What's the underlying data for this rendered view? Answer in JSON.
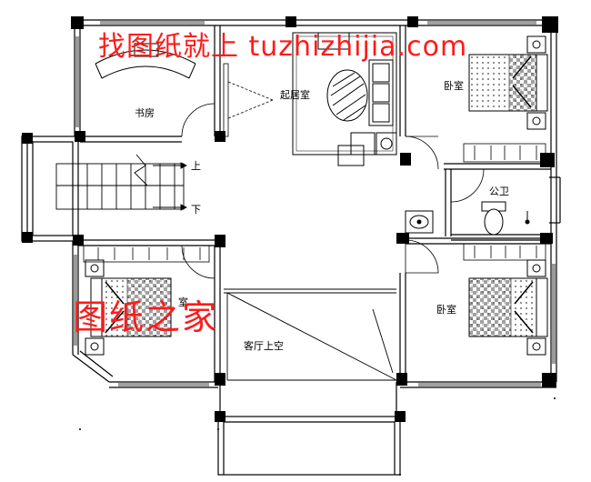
{
  "watermarks": {
    "top": "找图纸就上 tuzhizhijia.com",
    "bottom": "图纸之家"
  },
  "rooms": {
    "study": "书房",
    "living_room": "起居室",
    "bedroom_ne": "卧室",
    "bathroom": "公卫",
    "bedroom_se": "卧室",
    "bedroom_sw_partial": "室",
    "void_over_hall": "客厅上空"
  },
  "stairs": {
    "up": "上",
    "down": "下"
  },
  "colors": {
    "wall": "#000000",
    "watermark": "#ff1a1a"
  }
}
